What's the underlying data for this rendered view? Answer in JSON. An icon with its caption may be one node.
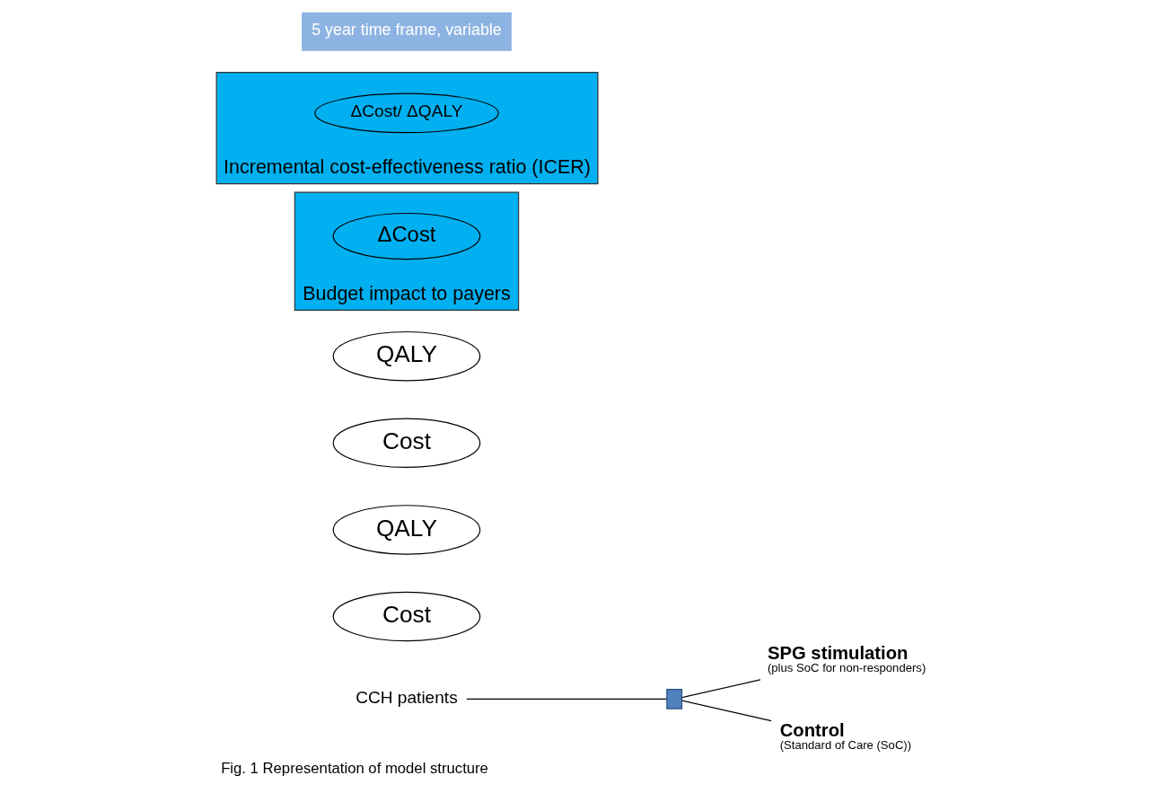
{
  "diagram": {
    "caption": "Fig. 1 Representation of model structure",
    "nodes": [
      {
        "text": [
          "CCH patients"
        ]
      },
      {
        "text": [],
        "shape": "box"
      },
      {
        "text": [
          "SPG stimulation",
          "(plus SoC for non-responders)"
        ]
      },
      {
        "text": [
          "Control",
          "(Standard of Care (SoC))"
        ]
      },
      {
        "text": [
          "Cost"
        ]
      },
      {
        "text": [
          "QALY"
        ]
      },
      {
        "text": [
          "Cost"
        ]
      },
      {
        "text": [
          "QALY"
        ]
      },
      {
        "text": [
          "Budget impact to payers"
        ]
      },
      {
        "text": [
          "ΔCost"
        ],
        "in": 8
      },
      {
        "text": [
          "Incremental cost-effectiveness ratio (ICER)"
        ]
      },
      {
        "text": [
          "ΔCost/ ΔQALY"
        ],
        "in": 10
      }
    ],
    "edges": [
      {
        "from": 0,
        "to": 1,
        "arrow": "none"
      },
      {
        "from": 1,
        "to": 2,
        "arrow": "none"
      },
      {
        "from": 1,
        "to": 3,
        "arrow": "none"
      }
    ],
    "labels": [
      "5 year time frame, variable"
    ]
  }
}
